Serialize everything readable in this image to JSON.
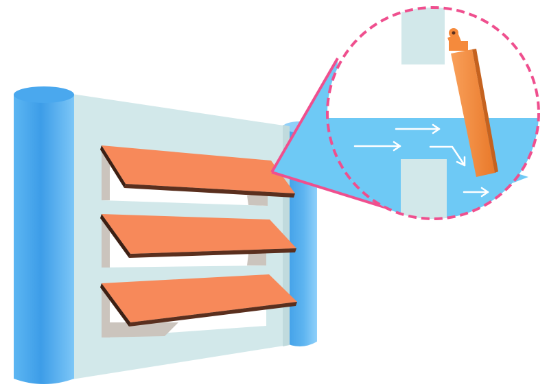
{
  "diagram": {
    "colors": {
      "pillar": "#4aa8ee",
      "pillar_light": "#8fd0fa",
      "panel": "#d2e8ea",
      "panel_shadow": "#c9c3be",
      "louver": "#f7895a",
      "louver_edge": "#5a2f1e",
      "callout": "#ef4f8e",
      "water": "#6ec9f5",
      "blade": "#f58a3c",
      "flow_arrow": "#ffffff"
    },
    "louver_count": 3,
    "flow_arrow_count": 4,
    "callout_style": "dashed-circle"
  }
}
